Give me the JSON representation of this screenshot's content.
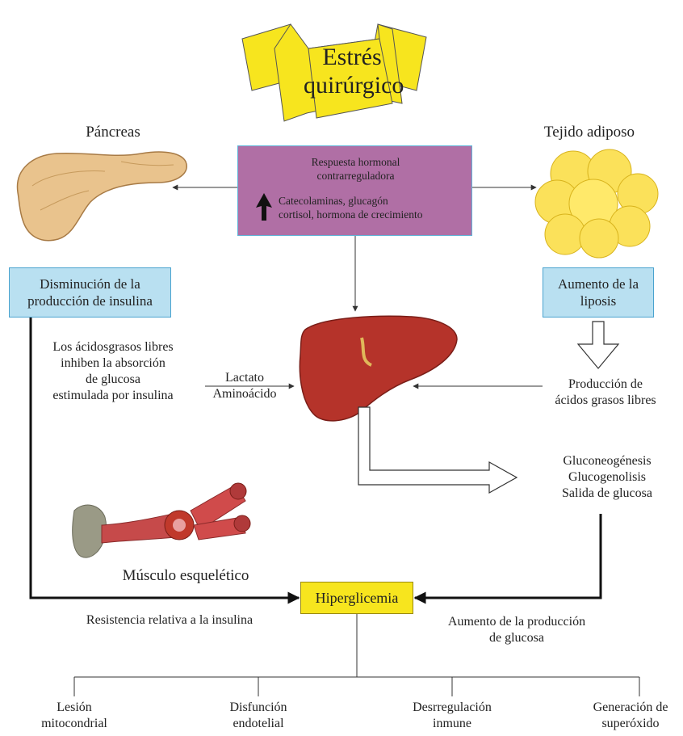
{
  "title": {
    "line1": "Estrés",
    "line2": "quirúrgico"
  },
  "organs": {
    "pancreas": "Páncreas",
    "adipose": "Tejido adiposo",
    "muscle": "Músculo esquelético"
  },
  "hormonal_box": {
    "title_l1": "Respuesta hormonal",
    "title_l2": "contrarreguladora",
    "list_l1": "Catecolaminas, glucagón",
    "list_l2": "cortisol, hormona de crecimiento",
    "color": "#b06fa5"
  },
  "insulin_box": {
    "line1": "Disminución de la",
    "line2": "producción de insulina"
  },
  "lipolysis_box": {
    "line1": "Aumento de la",
    "line2": "liposis"
  },
  "ffa_text": {
    "l1": "Los ácidosgrasos libres",
    "l2": "inhiben la absorción",
    "l3": "de glucosa",
    "l4": "estimulada por insulina"
  },
  "liver_inputs": {
    "l1": "Lactato",
    "l2": "Aminoácido"
  },
  "ffa_production": {
    "l1": "Producción de",
    "l2": "ácidos grasos libres"
  },
  "liver_outputs": {
    "l1": "Gluconeogénesis",
    "l2": "Glucogenolisis",
    "l3": "Salida de glucosa"
  },
  "hyperglycemia": "Hiperglicemia",
  "insulin_resistance": "Resistencia relativa a la insulina",
  "glucose_production": {
    "l1": "Aumento de la producción",
    "l2": "de glucosa"
  },
  "consequences": [
    {
      "l1": "Lesión",
      "l2": "mitocondrial"
    },
    {
      "l1": "Disfunción",
      "l2": "endotelial"
    },
    {
      "l1": "Desrregulación",
      "l2": "inmune"
    },
    {
      "l1": "Generación de",
      "l2": "superóxido"
    }
  ],
  "colors": {
    "banner": "#f7e51e",
    "box_blue": "#b9e0f1",
    "box_purple": "#b06fa5",
    "hyper_box": "#f7e51e"
  }
}
